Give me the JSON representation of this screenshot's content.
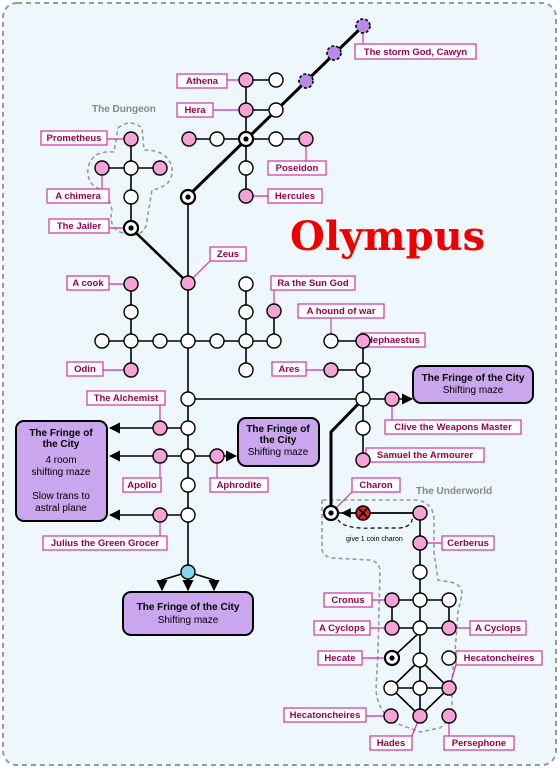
{
  "title": "Olympus",
  "groups": {
    "dungeon": "The Dungeon",
    "underworld": "The Underworld"
  },
  "labels": {
    "storm_god": "The storm God, Cawyn",
    "athena": "Athena",
    "hera": "Hera",
    "prometheus": "Prometheus",
    "poseidon": "Poseidon",
    "hercules": "Hercules",
    "chimera": "A chimera",
    "jailer": "The Jailer",
    "zeus": "Zeus",
    "cook": "A cook",
    "ra": "Ra the Sun God",
    "hound": "A hound of war",
    "hephaestus": "Hephaestus",
    "odin": "Odin",
    "ares": "Ares",
    "alchemist": "The Alchemist",
    "clive": "Clive the Weapons Master",
    "samuel": "Samuel the Armourer",
    "apollo": "Apollo",
    "aphrodite": "Aphrodite",
    "charon": "Charon",
    "julius": "Julius the Green Grocer",
    "cerberus": "Cerberus",
    "cronus": "Cronus",
    "cyclops_left": "A Cyclops",
    "cyclops_right": "A Cyclops",
    "hecate": "Hecate",
    "hecatoncheires_right": "Hecatoncheires",
    "hecatoncheires_left": "Hecatoncheires",
    "hades": "Hades",
    "persephone": "Persephone"
  },
  "boxes": {
    "fringe_left": {
      "title1": "The Fringe of",
      "title2": "the City",
      "line1": "4 room",
      "line2": "shifting maze",
      "line3": "Slow trans to",
      "line4": "astral plane"
    },
    "fringe_mid": {
      "title1": "The Fringe of",
      "title2": "the City",
      "sub": "Shifting maze"
    },
    "fringe_right": {
      "title": "The Fringe of the City",
      "sub": "Shifting maze"
    },
    "fringe_bottom": {
      "title": "The Fringe of the City",
      "sub": "Shifting maze"
    }
  },
  "notes": {
    "charon_toll": "give 1 coin charon"
  },
  "colors": {
    "station_pink": "#f5a3d6",
    "station_purple": "#b88be8",
    "station_cyan": "#7fd8ec",
    "label_border": "#cc33aa",
    "box_fill": "#c9a6ee",
    "title_red": "#ee0000",
    "blocked_red": "#dd2222"
  }
}
